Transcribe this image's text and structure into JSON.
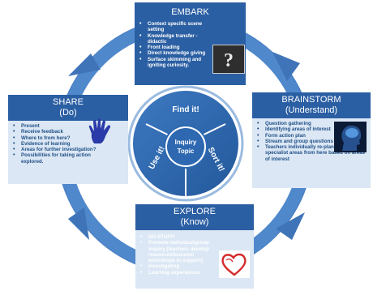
{
  "colors": {
    "ring": "#4a7fc6",
    "ring_dark": "#2a63a9",
    "panel_dark": "#2b5fa3",
    "panel_light": "#dbe7f4",
    "center": "#2d68b0"
  },
  "center": {
    "find": "Find it!",
    "sort": "Sort it!",
    "use": "Use it!",
    "hub_line1": "Inquiry",
    "hub_line2": "Topic"
  },
  "embark": {
    "title": "EMBARK",
    "items": [
      "Context specific scene setting",
      "Knowledge transfer - didactic",
      "Front loading",
      "Direct knowledge giving",
      "Surface skimming and igniting curiosity."
    ],
    "icon": "question-mark-icon"
  },
  "brainstorm": {
    "title": "BRAINSTORM",
    "subtitle": "(Understand)",
    "items": [
      "Question gathering",
      "Identifying areas of interest",
      "Form action plan",
      "Stream and group questions",
      "Teachers individually re-plan their specialist areas from here based on areas of interest"
    ],
    "icon": "brain-head-icon"
  },
  "explore": {
    "title": "EXPLORE",
    "subtitle": "(Know)",
    "items": [
      "DO STUFF!",
      "Promote individual/group inquiry (teachers develop resources/lessons/ workshops to support)",
      "Investigating",
      "Learning experiences"
    ],
    "icon": "heart-icon"
  },
  "share": {
    "title": "SHARE",
    "subtitle": "(Do)",
    "items": [
      "Present",
      "Receive feedback",
      "Where to from here?",
      "Evidence of learning",
      "Areas for further investigation?",
      "Possibilities for taking action explored."
    ],
    "icon": "hand-print-icon"
  }
}
